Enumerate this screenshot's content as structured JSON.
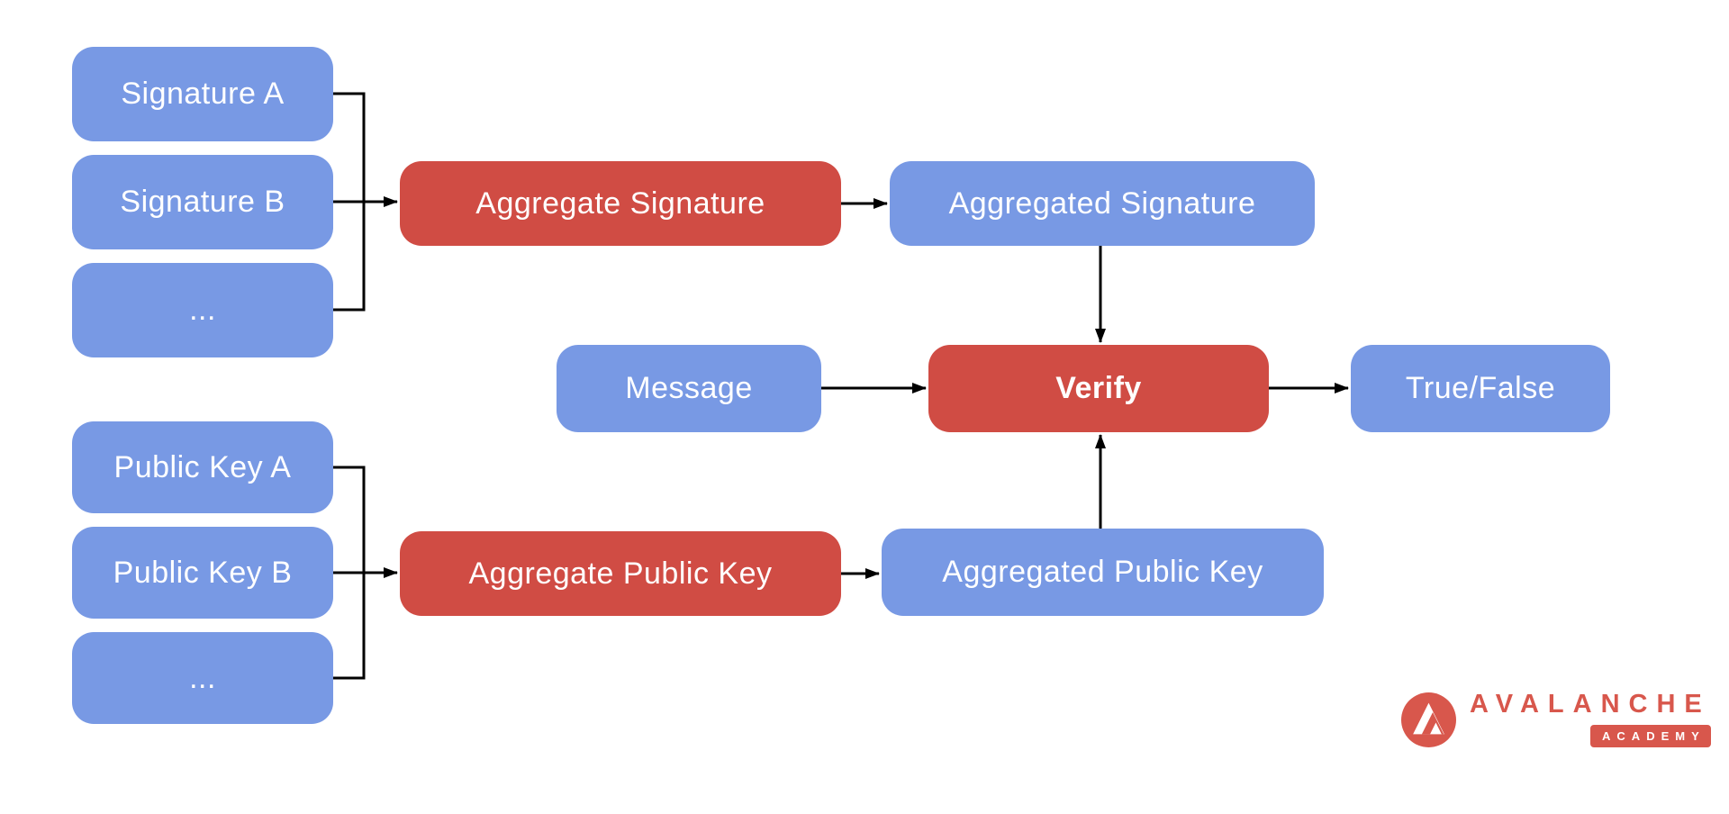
{
  "colors": {
    "background": "#ffffff",
    "blue": "#7899e4",
    "red": "#d04c44",
    "label": "#ffffff",
    "line": "#000000",
    "logo_red": "#d8574c"
  },
  "nodes": {
    "signature_a": {
      "label": "Signature A"
    },
    "signature_b": {
      "label": "Signature B"
    },
    "signature_more": {
      "label": "..."
    },
    "aggregate_signature": {
      "label": "Aggregate Signature"
    },
    "aggregated_signature": {
      "label": "Aggregated Signature"
    },
    "message": {
      "label": "Message"
    },
    "verify": {
      "label": "Verify"
    },
    "true_false": {
      "label": "True/False"
    },
    "public_key_a": {
      "label": "Public Key A"
    },
    "public_key_b": {
      "label": "Public Key B"
    },
    "public_key_more": {
      "label": "..."
    },
    "aggregate_public_key": {
      "label": "Aggregate Public Key"
    },
    "aggregated_public_key": {
      "label": "Aggregated Public Key"
    }
  },
  "logo": {
    "brand": "AVALANCHE",
    "badge": "ACADEMY"
  }
}
